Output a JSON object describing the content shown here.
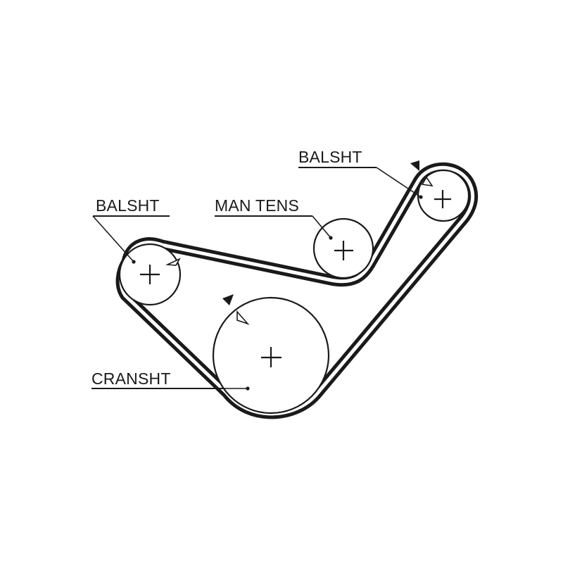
{
  "colors": {
    "line": "#1a1a1a",
    "background": "#ffffff"
  },
  "diagram": {
    "labels": {
      "balsht_top": "BALSHT",
      "man_tens": "MAN TENS",
      "balsht_left": "BALSHT",
      "cranksht": "CRANSHT"
    }
  }
}
